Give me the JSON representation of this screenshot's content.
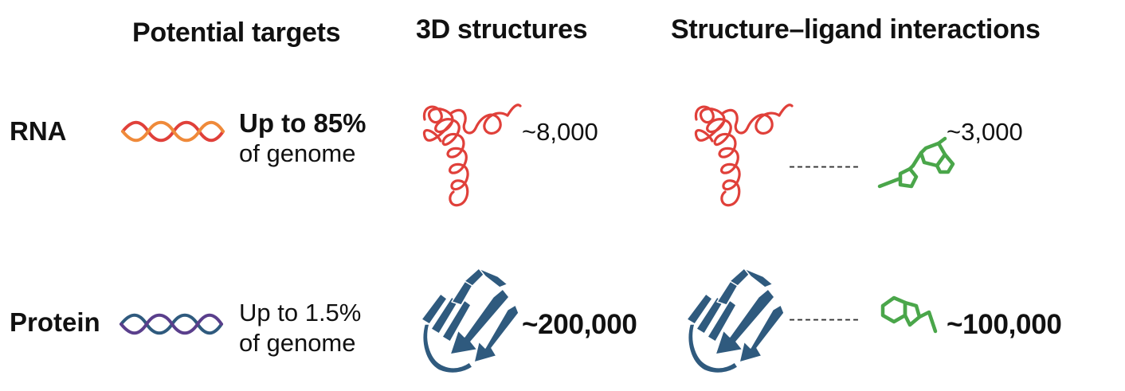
{
  "headers": {
    "targets": "Potential targets",
    "structures": "3D structures",
    "interactions": "Structure–ligand interactions"
  },
  "rows": {
    "rna": {
      "label": "RNA",
      "target_line1": "Up to 85%",
      "target_line2": "of genome",
      "structures_count": "~8,000",
      "interactions_count": "~3,000",
      "connector": "---------"
    },
    "protein": {
      "label": "Protein",
      "target_line1": "Up to 1.5%",
      "target_line2": "of genome",
      "structures_count": "~200,000",
      "interactions_count": "~100,000",
      "connector": "---------"
    }
  },
  "colors": {
    "rna": "#e0403a",
    "rna_helix_alt": "#ef8a3a",
    "protein": "#2f5a7e",
    "protein_helix_alt": "#5a3f8c",
    "ligand": "#4aa64a"
  }
}
